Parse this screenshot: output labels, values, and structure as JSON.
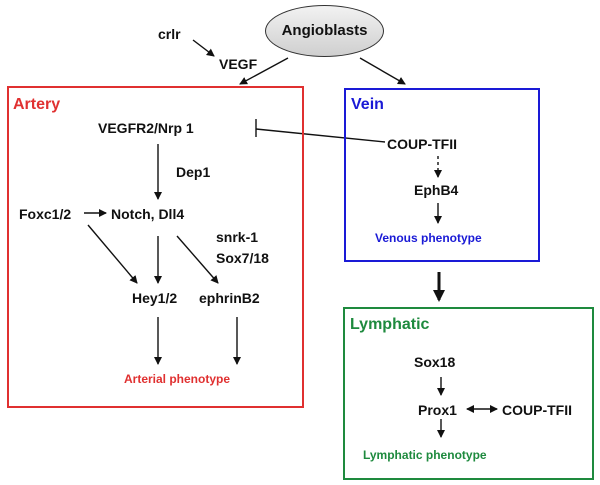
{
  "origin": "Angioblasts",
  "upstream": {
    "crlr": "crlr",
    "vegf": "VEGF"
  },
  "artery": {
    "title": "Artery",
    "vegfr": "VEGFR2/Nrp 1",
    "dep1": "Dep1",
    "foxc": "Foxc1/2",
    "notch": "Notch, Dll4",
    "snrk": "snrk-1",
    "sox": "Sox7/18",
    "hey": "Hey1/2",
    "ephrin": "ephrinB2",
    "phenotype": "Arterial phenotype"
  },
  "vein": {
    "title": "Vein",
    "coup": "COUP-TFII",
    "ephb4": "EphB4",
    "phenotype": "Venous phenotype"
  },
  "lymphatic": {
    "title": "Lymphatic",
    "sox18": "Sox18",
    "prox1": "Prox1",
    "coup": "COUP-TFII",
    "phenotype": "Lymphatic phenotype"
  },
  "colors": {
    "artery": "#e03030",
    "vein": "#1a1ad6",
    "lymphatic": "#1e8a3e",
    "ink": "#111111"
  }
}
